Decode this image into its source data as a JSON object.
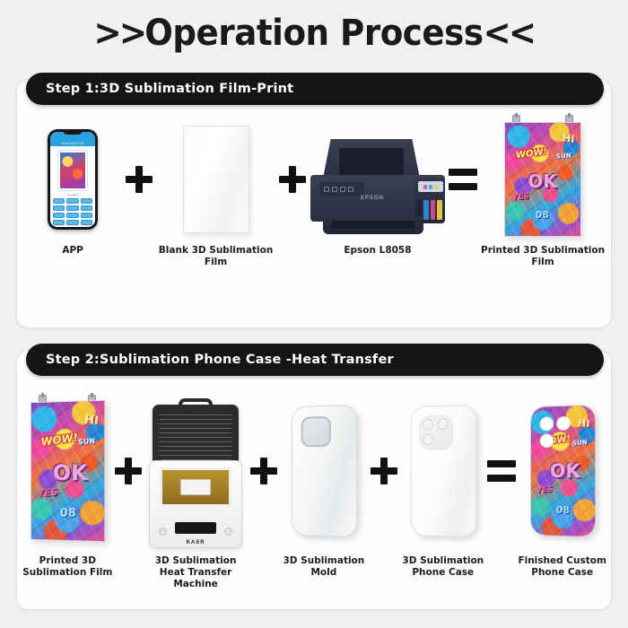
{
  "header": {
    "title_prefix": ">>",
    "title": "Operation Process",
    "title_suffix": "<<"
  },
  "steps": [
    {
      "banner": "Step 1:3D Sublimation Film-Print",
      "items": [
        {
          "label": "APP",
          "art": "app-phone"
        },
        {
          "label": "Blank 3D Sublimation Film",
          "art": "blank-film"
        },
        {
          "label": "Epson L8058",
          "art": "printer"
        },
        {
          "label": "Printed 3D Sublimation Film",
          "art": "printed-film"
        }
      ],
      "operators": [
        "+",
        "+",
        "="
      ]
    },
    {
      "banner": "Step 2:Sublimation Phone Case -Heat Transfer",
      "items": [
        {
          "label": "Printed 3D\nSublimation Film",
          "art": "printed-film"
        },
        {
          "label": "3D Sublimation\nHeat Transfer Machine",
          "art": "heat-press"
        },
        {
          "label": "3D Sublimation Mold",
          "art": "mold"
        },
        {
          "label": "3D Sublimation\nPhone Case",
          "art": "blank-case"
        },
        {
          "label": "Finished Custom\nPhone Case",
          "art": "finished-case"
        }
      ],
      "operators": [
        "+",
        "+",
        "+",
        "="
      ]
    }
  ],
  "graffiti_words": {
    "wow": "WOW!",
    "ok": "OK",
    "yes": "YES",
    "hi": "HI",
    "sun": "SUN",
    "zero": "08"
  },
  "app_screen": {
    "header_title": "SUBLIMATION",
    "sub_label": "Templates"
  },
  "printer_brand": "EPSON",
  "machine_brand": "KASR",
  "colors": {
    "background": "#f0f0f0",
    "card": "#fdfdfd",
    "banner": "#151515",
    "text": "#1d1d1d",
    "app_accent": "#29a3e0",
    "printer_body": "#3b4053",
    "press_bed": "#b9922f"
  }
}
